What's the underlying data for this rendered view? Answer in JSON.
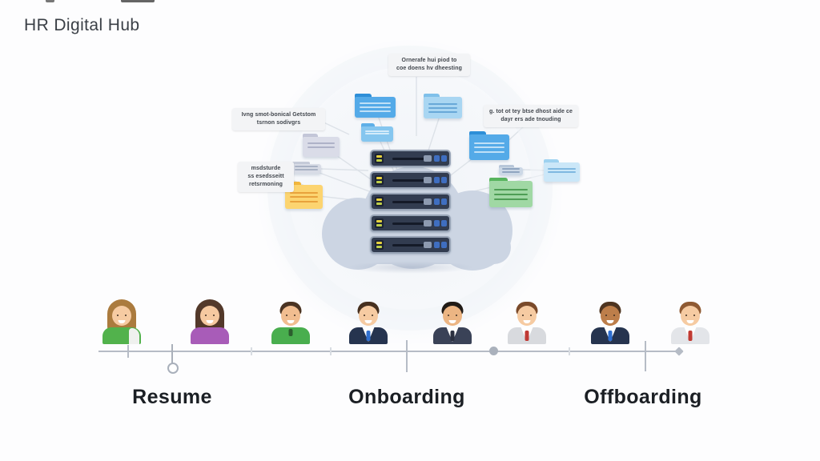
{
  "title": "HR Digital Hub",
  "illustration": {
    "callouts": [
      {
        "name": "top",
        "lines": [
          "Ornerafe hui piod to",
          "coe doens hv dheesting"
        ]
      },
      {
        "name": "left-upper",
        "lines": [
          "Ivng smot-bonical Getstom",
          "tsrnon sodivgrs"
        ]
      },
      {
        "name": "left-lower",
        "lines": [
          "msdsturde",
          "ss esedsseitt",
          "retsrmoning"
        ]
      },
      {
        "name": "right",
        "lines": [
          "g. tot ot tey btse dhost aide ce",
          "dayr ers ade tnouding"
        ]
      }
    ],
    "folders": [
      {
        "name": "folder-blue-top-left",
        "tab": "#2e8fd8",
        "body": "#54aae8",
        "line": "#bfe0f7"
      },
      {
        "name": "folder-blue-small-left",
        "tab": "#5fb0e8",
        "body": "#85c6ef",
        "line": "#d3ebfa"
      },
      {
        "name": "folder-pale-blue-top",
        "tab": "#7fc0ea",
        "body": "#a9d6f2",
        "line": "#68a8d8"
      },
      {
        "name": "folder-blue-right",
        "tab": "#2e8fd8",
        "body": "#54aae8",
        "line": "#bfe0f7"
      },
      {
        "name": "folder-pale-cyan-right",
        "tab": "#9ed2f0",
        "body": "#cbe7f8",
        "line": "#7fb8e0"
      },
      {
        "name": "folder-green-right",
        "tab": "#58b55e",
        "body": "#a0d8a4",
        "line": "#4e9e55"
      },
      {
        "name": "folder-yellow-left",
        "tab": "#f2b63c",
        "body": "#fcd470",
        "line": "#e8a23c"
      },
      {
        "name": "folder-lavender-left",
        "tab": "#c3c6d8",
        "body": "#dadce8",
        "line": "#aeb2c8"
      },
      {
        "name": "doc-gray-left",
        "tab": "#c6cbd9",
        "body": "#d8dce6",
        "line": "#a9b2c4"
      },
      {
        "name": "doc-gray-right",
        "tab": "#b8c7da",
        "body": "#ccd8e6",
        "line": "#8fa5c0"
      }
    ],
    "server_rack": {
      "units": 5,
      "body_color": "#323c50",
      "frame_color": "#98a4b6",
      "light_colors": [
        "#e8d23e",
        "#bfd04a"
      ],
      "button_colors": [
        "#8d9ab0",
        "#3f6ec0"
      ]
    },
    "cloud_color": "#ccd5e3",
    "connector_color": "#dde2e8"
  },
  "timeline": {
    "line_color": "#b6bcc6",
    "stages": [
      {
        "label": "Resume"
      },
      {
        "label": "Onboarding"
      },
      {
        "label": "Offboarding"
      }
    ],
    "people": [
      {
        "kind": "female",
        "hair": "#ab7b3e",
        "skin": "#f6cba2",
        "outfit": "#52b24c",
        "accent": "#eff1ee"
      },
      {
        "kind": "female",
        "hair": "#53392a",
        "skin": "#f6c9a0",
        "outfit": "#a85cb8",
        "accent": "#8d4a9c"
      },
      {
        "kind": "male",
        "hair": "#4a3322",
        "skin": "#f1bd90",
        "outfit": "#49ae4e",
        "accent": "#2c5e2e"
      },
      {
        "kind": "male",
        "hair": "#46301f",
        "skin": "#f6cba2",
        "outfit": "#26344f",
        "accent": "#2f6fd0"
      },
      {
        "kind": "male",
        "hair": "#211b16",
        "skin": "#ecb583",
        "outfit": "#3a4257",
        "accent": "#2b3040"
      },
      {
        "kind": "male",
        "hair": "#7a4a2a",
        "skin": "#f6cba2",
        "outfit": "#d8dade",
        "accent": "#bf3934"
      },
      {
        "kind": "male",
        "hair": "#4e3420",
        "skin": "#bd7e4a",
        "outfit": "#26344f",
        "accent": "#2f6fd0"
      },
      {
        "kind": "male",
        "hair": "#8f5a33",
        "skin": "#f6cba2",
        "outfit": "#e3e5e9",
        "accent": "#c03a32"
      }
    ]
  }
}
